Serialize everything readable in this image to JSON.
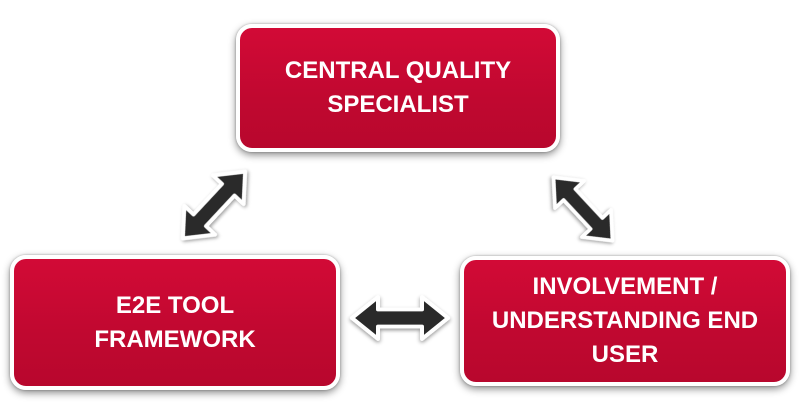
{
  "nodes": {
    "central": "CENTRAL QUALITY SPECIALIST",
    "tool": "E2E TOOL FRAMEWORK",
    "user": "INVOLVEMENT / UNDERSTANDING END USER"
  },
  "edges": [
    {
      "from": "central",
      "to": "tool",
      "type": "bidirectional"
    },
    {
      "from": "central",
      "to": "user",
      "type": "bidirectional"
    },
    {
      "from": "tool",
      "to": "user",
      "type": "bidirectional"
    }
  ],
  "colors": {
    "box": "#c40a30",
    "arrow": "#2b2b2b"
  }
}
